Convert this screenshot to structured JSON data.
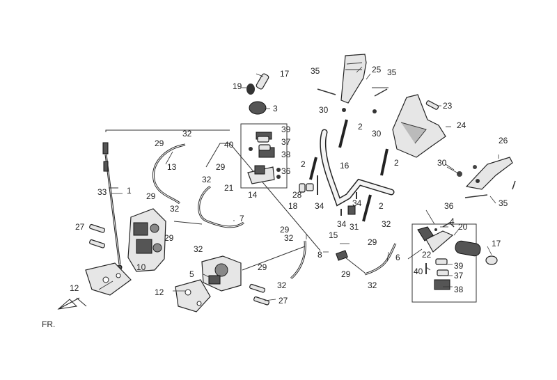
{
  "diagram": {
    "direction_label": "FR.",
    "callouts": [
      {
        "key": "c1",
        "text": "1"
      },
      {
        "key": "c2a",
        "text": "2"
      },
      {
        "key": "c2b",
        "text": "2"
      },
      {
        "key": "c2c",
        "text": "2"
      },
      {
        "key": "c2d",
        "text": "2"
      },
      {
        "key": "c3",
        "text": "3"
      },
      {
        "key": "c4",
        "text": "4"
      },
      {
        "key": "c5",
        "text": "5"
      },
      {
        "key": "c6",
        "text": "6"
      },
      {
        "key": "c7",
        "text": "7"
      },
      {
        "key": "c8",
        "text": "8"
      },
      {
        "key": "c10",
        "text": "10"
      },
      {
        "key": "c12a",
        "text": "12"
      },
      {
        "key": "c12b",
        "text": "12"
      },
      {
        "key": "c13",
        "text": "13"
      },
      {
        "key": "c14",
        "text": "14"
      },
      {
        "key": "c15",
        "text": "15"
      },
      {
        "key": "c16",
        "text": "16"
      },
      {
        "key": "c17a",
        "text": "17"
      },
      {
        "key": "c17b",
        "text": "17"
      },
      {
        "key": "c18",
        "text": "18"
      },
      {
        "key": "c19",
        "text": "19"
      },
      {
        "key": "c20",
        "text": "20"
      },
      {
        "key": "c21",
        "text": "21"
      },
      {
        "key": "c22",
        "text": "22"
      },
      {
        "key": "c23",
        "text": "23"
      },
      {
        "key": "c24",
        "text": "24"
      },
      {
        "key": "c25",
        "text": "25"
      },
      {
        "key": "c26",
        "text": "26"
      },
      {
        "key": "c27a",
        "text": "27"
      },
      {
        "key": "c27b",
        "text": "27"
      },
      {
        "key": "c28",
        "text": "28"
      },
      {
        "key": "c29a",
        "text": "29"
      },
      {
        "key": "c29b",
        "text": "29"
      },
      {
        "key": "c29c",
        "text": "29"
      },
      {
        "key": "c29d",
        "text": "29"
      },
      {
        "key": "c29e",
        "text": "29"
      },
      {
        "key": "c29f",
        "text": "29"
      },
      {
        "key": "c29g",
        "text": "29"
      },
      {
        "key": "c29h",
        "text": "29"
      },
      {
        "key": "c30a",
        "text": "30"
      },
      {
        "key": "c30b",
        "text": "30"
      },
      {
        "key": "c30c",
        "text": "30"
      },
      {
        "key": "c31",
        "text": "31"
      },
      {
        "key": "c32a",
        "text": "32"
      },
      {
        "key": "c32b",
        "text": "32"
      },
      {
        "key": "c32c",
        "text": "32"
      },
      {
        "key": "c32d",
        "text": "32"
      },
      {
        "key": "c32e",
        "text": "32"
      },
      {
        "key": "c32f",
        "text": "32"
      },
      {
        "key": "c32g",
        "text": "32"
      },
      {
        "key": "c32h",
        "text": "32"
      },
      {
        "key": "c33",
        "text": "33"
      },
      {
        "key": "c34a",
        "text": "34"
      },
      {
        "key": "c34b",
        "text": "34"
      },
      {
        "key": "c34c",
        "text": "34"
      },
      {
        "key": "c35a",
        "text": "35"
      },
      {
        "key": "c35b",
        "text": "35"
      },
      {
        "key": "c35c",
        "text": "35"
      },
      {
        "key": "c36a",
        "text": "36"
      },
      {
        "key": "c36b",
        "text": "36"
      },
      {
        "key": "c37a",
        "text": "37"
      },
      {
        "key": "c37b",
        "text": "37"
      },
      {
        "key": "c38a",
        "text": "38"
      },
      {
        "key": "c38b",
        "text": "38"
      },
      {
        "key": "c39a",
        "text": "39"
      },
      {
        "key": "c39b",
        "text": "39"
      },
      {
        "key": "c40a",
        "text": "40"
      },
      {
        "key": "c40b",
        "text": "40"
      }
    ]
  }
}
